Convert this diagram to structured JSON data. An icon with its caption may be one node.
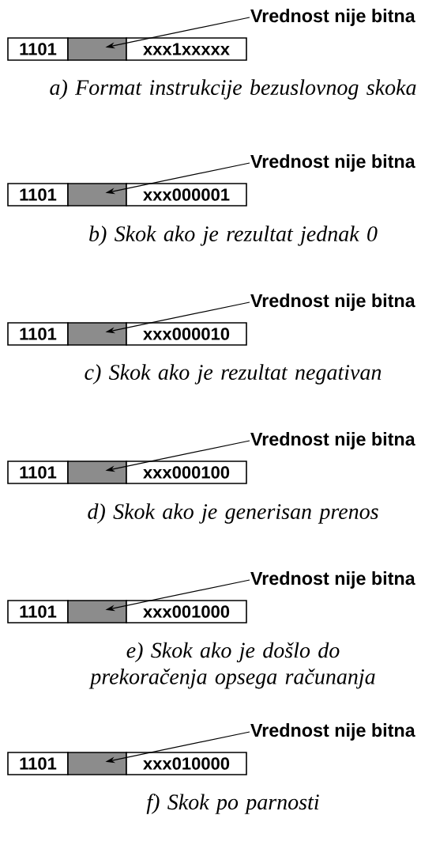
{
  "diagram": {
    "nodes": [
      {
        "text": [
          "Vrednost nije bitna"
        ]
      },
      {
        "text": [
          "1101"
        ]
      },
      {
        "text": [],
        "shape": "box"
      },
      {
        "text": [
          "xxx1xxxxx"
        ]
      },
      {
        "text": [
          "Vrednost nije bitna"
        ]
      },
      {
        "text": [
          "1101"
        ]
      },
      {
        "text": [],
        "shape": "box"
      },
      {
        "text": [
          "xxx000001"
        ]
      },
      {
        "text": [
          "Vrednost nije bitna"
        ]
      },
      {
        "text": [
          "1101"
        ]
      },
      {
        "text": [],
        "shape": "box"
      },
      {
        "text": [
          "xxx000010"
        ]
      },
      {
        "text": [
          "Vrednost nije bitna"
        ]
      },
      {
        "text": [
          "1101"
        ]
      },
      {
        "text": [],
        "shape": "box"
      },
      {
        "text": [
          "xxx000100"
        ]
      },
      {
        "text": [
          "Vrednost nije bitna"
        ]
      },
      {
        "text": [
          "1101"
        ]
      },
      {
        "text": [],
        "shape": "box"
      },
      {
        "text": [
          "xxx001000"
        ]
      },
      {
        "text": [
          "Vrednost nije bitna"
        ]
      },
      {
        "text": [
          "1101"
        ]
      },
      {
        "text": [],
        "shape": "box"
      },
      {
        "text": [
          "xxx010000"
        ]
      }
    ],
    "edges": [
      {
        "from": 0,
        "to": 2,
        "arrow": "to"
      },
      {
        "from": 4,
        "to": 6,
        "arrow": "to"
      },
      {
        "from": 8,
        "to": 10,
        "arrow": "to"
      },
      {
        "from": 12,
        "to": 14,
        "arrow": "to"
      },
      {
        "from": 16,
        "to": 18,
        "arrow": "to"
      },
      {
        "from": 20,
        "to": 22,
        "arrow": "to"
      }
    ],
    "labels": [
      "a) Format instrukcije bezuslovnog skoka",
      "b) Skok ako je rezultat jednak 0",
      "c) Skok ako je rezultat negativan",
      "d) Skok ako je generisan prenos",
      "e) Skok ako je došlo do prekoračenja opsega računanja",
      "f) Skok po parnosti"
    ]
  }
}
